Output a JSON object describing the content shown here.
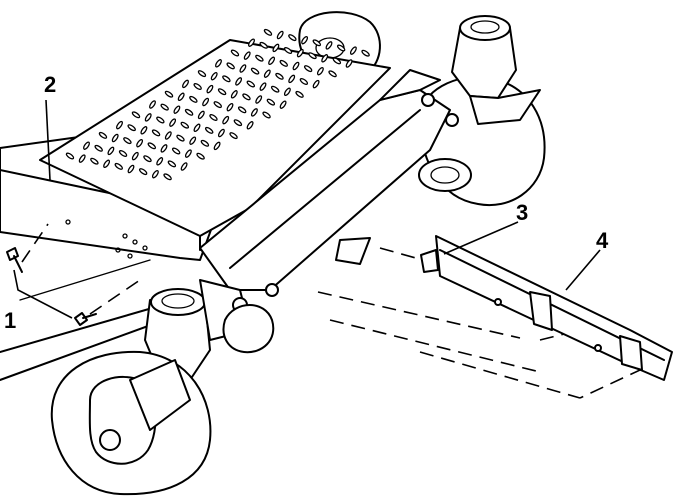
{
  "figure": {
    "callouts": [
      {
        "id": "1",
        "label": "1"
      },
      {
        "id": "2",
        "label": "2"
      },
      {
        "id": "3",
        "label": "3"
      },
      {
        "id": "4",
        "label": "4"
      }
    ],
    "colors": {
      "ink": "#000000",
      "background": "#ffffff"
    }
  }
}
